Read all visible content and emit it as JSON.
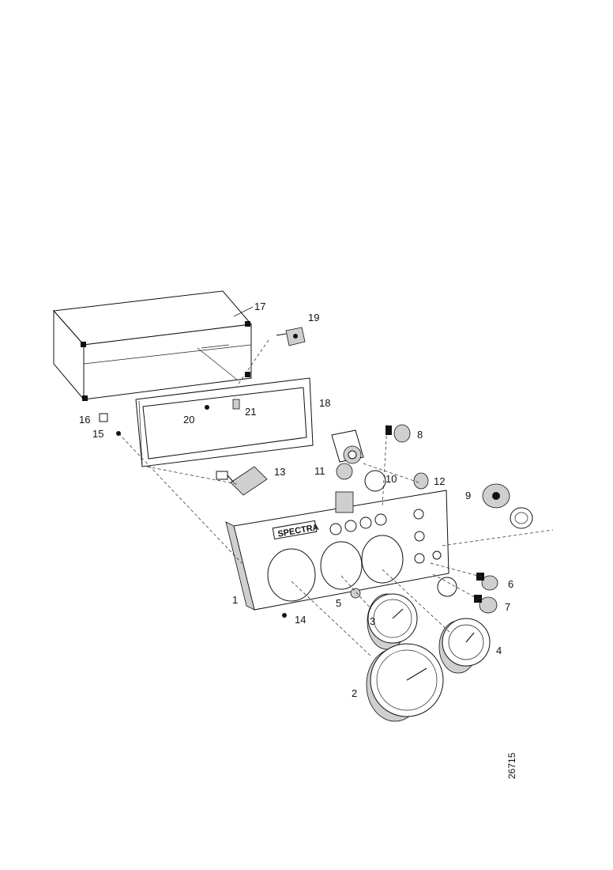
{
  "diagram": {
    "part_labels": [
      "1",
      "2",
      "3",
      "4",
      "5",
      "6",
      "7",
      "8",
      "9",
      "10",
      "11",
      "12",
      "13",
      "14",
      "15",
      "16",
      "17",
      "18",
      "19",
      "20",
      "21"
    ],
    "reference_code": "26715"
  },
  "panel": {
    "brand_text": "SPECTRA"
  }
}
